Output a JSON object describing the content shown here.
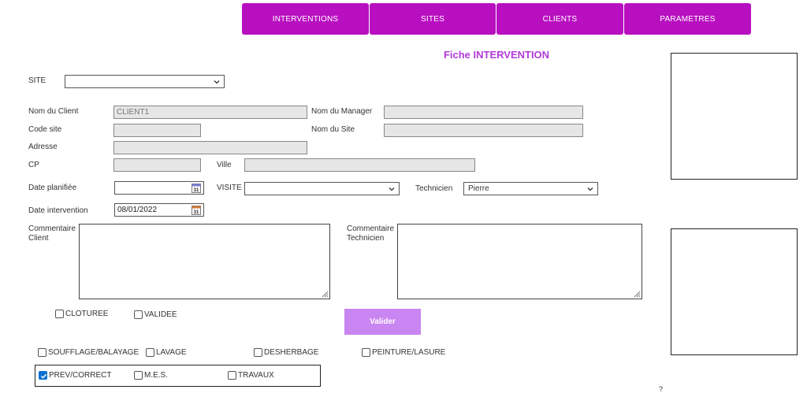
{
  "nav": {
    "tabs": [
      {
        "label": "INTERVENTIONS"
      },
      {
        "label": "SITES"
      },
      {
        "label": "CLIENTS"
      },
      {
        "label": "PARAMETRES"
      }
    ]
  },
  "form": {
    "title": "Fiche INTERVENTION",
    "site_label": "SITE",
    "site_value": "",
    "client_label": "Nom du Client",
    "client_value": "CLIENT1",
    "manager_label": "Nom du Manager",
    "manager_value": "",
    "code_site_label": "Code site",
    "code_site_value": "",
    "nom_site_label": "Nom du Site",
    "nom_site_value": "",
    "adresse_label": "Adresse",
    "adresse_value": "",
    "cp_label": "CP",
    "cp_value": "",
    "ville_label": "Ville",
    "ville_value": "",
    "date_planifiee_label": "Date planifiée",
    "date_planifiee_value": "",
    "visite_label": "VISITE",
    "visite_value": "",
    "technicien_label": "Technicien",
    "technicien_value": "Pierre",
    "date_intervention_label": "Date intervention",
    "date_intervention_value": "08/01/2022",
    "commentaire_client_label_1": "Commentaire",
    "commentaire_client_label_2": "Client",
    "commentaire_tech_label_1": "Commentaire",
    "commentaire_tech_label_2": "Technicien",
    "calendar_day": "31"
  },
  "status_checks": [
    {
      "label": "CLOTUREE",
      "checked": false
    },
    {
      "label": "VALIDEE",
      "checked": false
    }
  ],
  "valider_label": "Valider",
  "work_checks": [
    {
      "label": "SOUFFLAGE/BALAYAGE",
      "checked": false
    },
    {
      "label": "LAVAGE",
      "checked": false
    },
    {
      "label": "DESHERBAGE",
      "checked": false
    },
    {
      "label": "PEINTURE/LASURE",
      "checked": false
    }
  ],
  "type_checks": [
    {
      "label": "PREV/CORRECT",
      "checked": true
    },
    {
      "label": "M.E.S.",
      "checked": false
    },
    {
      "label": "TRAVAUX",
      "checked": false
    }
  ],
  "footer_mark": "?",
  "colors": {
    "tab_bg": "#b80fc0",
    "title": "#b13bd8",
    "button_bg": "#c985f1",
    "checked": "#0b6fd1"
  }
}
